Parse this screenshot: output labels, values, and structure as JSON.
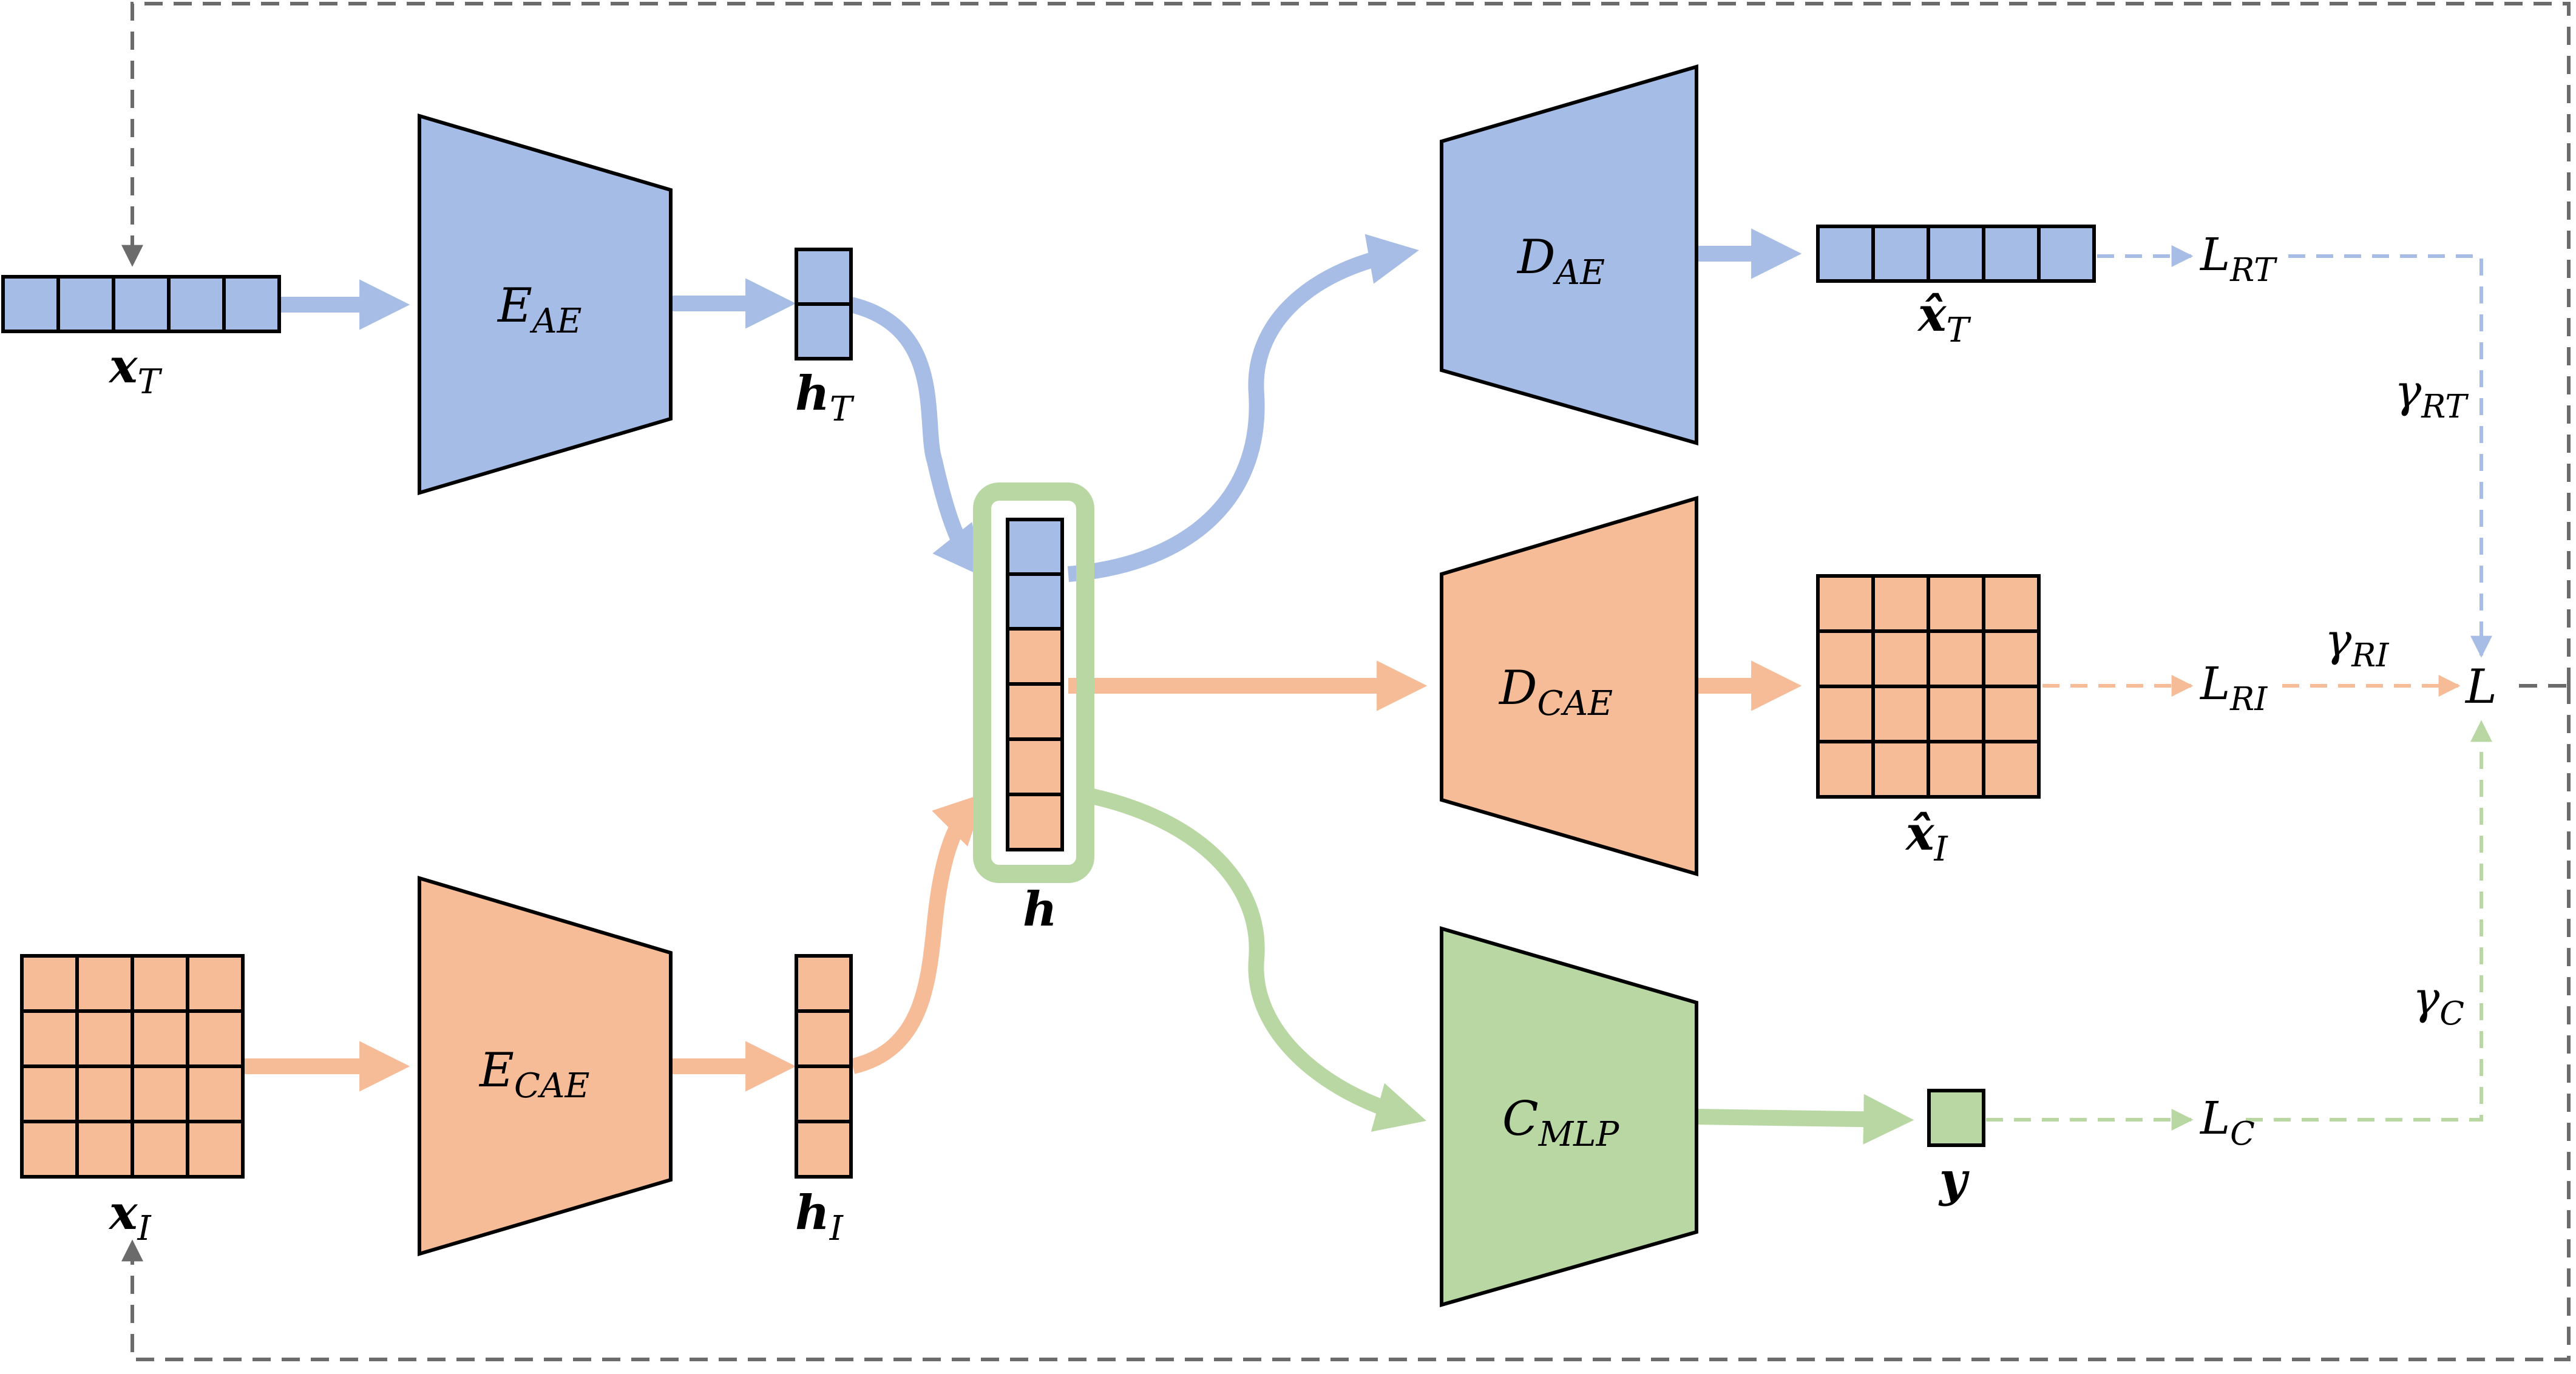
{
  "colors": {
    "blue": "#a5bde6",
    "orange": "#f5bc97",
    "green": "#b8d7a3",
    "blue_arrow": "#a7bde6",
    "orange_arrow": "#f6bc98",
    "green_arrow": "#b8d7a3",
    "feedback": "#6b6b6b"
  },
  "blocks": {
    "e_ae": {
      "main": "E",
      "sub": "AE"
    },
    "e_cae": {
      "main": "E",
      "sub": "CAE"
    },
    "d_ae": {
      "main": "D",
      "sub": "AE"
    },
    "d_cae": {
      "main": "D",
      "sub": "CAE"
    },
    "c_mlp": {
      "main": "C",
      "sub": "MLP"
    }
  },
  "vectors": {
    "x_t": {
      "main": "x",
      "sub": "T"
    },
    "x_i": {
      "main": "x",
      "sub": "I"
    },
    "h_t": {
      "main": "h",
      "sub": "T"
    },
    "h_i": {
      "main": "h",
      "sub": "I"
    },
    "h": {
      "main": "h"
    },
    "xhat_t": {
      "main": "x̂",
      "sub": "T"
    },
    "xhat_i": {
      "main": "x̂",
      "sub": "I"
    },
    "y": {
      "main": "y"
    }
  },
  "losses": {
    "l_rt": {
      "main": "L",
      "sub": "RT"
    },
    "l_ri": {
      "main": "L",
      "sub": "RI"
    },
    "l_c": {
      "main": "L",
      "sub": "C"
    },
    "l": {
      "main": "L"
    }
  },
  "weights": {
    "gamma_rt": {
      "main": "γ",
      "sub": "RT"
    },
    "gamma_ri": {
      "main": "γ",
      "sub": "RI"
    },
    "gamma_c": {
      "main": "γ",
      "sub": "C"
    }
  }
}
